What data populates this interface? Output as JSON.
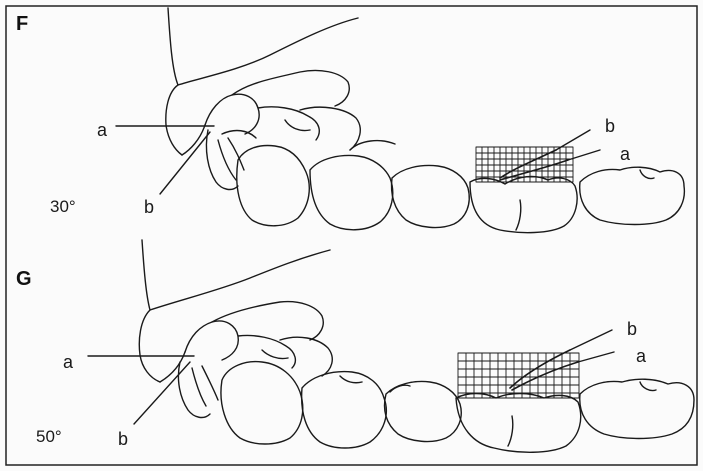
{
  "panels": [
    {
      "letter": "F",
      "angle": "30°",
      "label_a_left": "a",
      "label_b_left": "b",
      "label_a_right": "a",
      "label_b_right": "b"
    },
    {
      "letter": "G",
      "angle": "50°",
      "label_a_left": "a",
      "label_b_left": "b",
      "label_a_right": "a",
      "label_b_right": "b"
    }
  ],
  "colors": {
    "ink": "#1a1a1a",
    "background": "#fbfbfb",
    "frame": "#222222"
  }
}
